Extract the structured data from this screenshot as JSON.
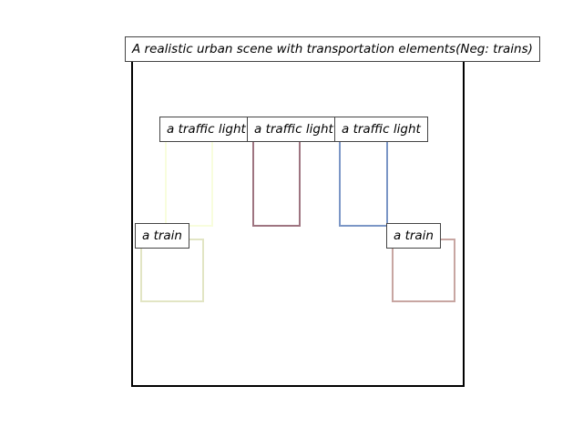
{
  "title": "A realistic urban scene with transportation elements(Neg: trains)",
  "objects": [
    {
      "label": "a traffic light",
      "color": "#f8fddd"
    },
    {
      "label": "a traffic light",
      "color": "#9e7480"
    },
    {
      "label": "a traffic light",
      "color": "#7b96c6"
    },
    {
      "label": "a train",
      "color": "#e2e5c4"
    },
    {
      "label": "a train",
      "color": "#c8a6a2"
    }
  ]
}
